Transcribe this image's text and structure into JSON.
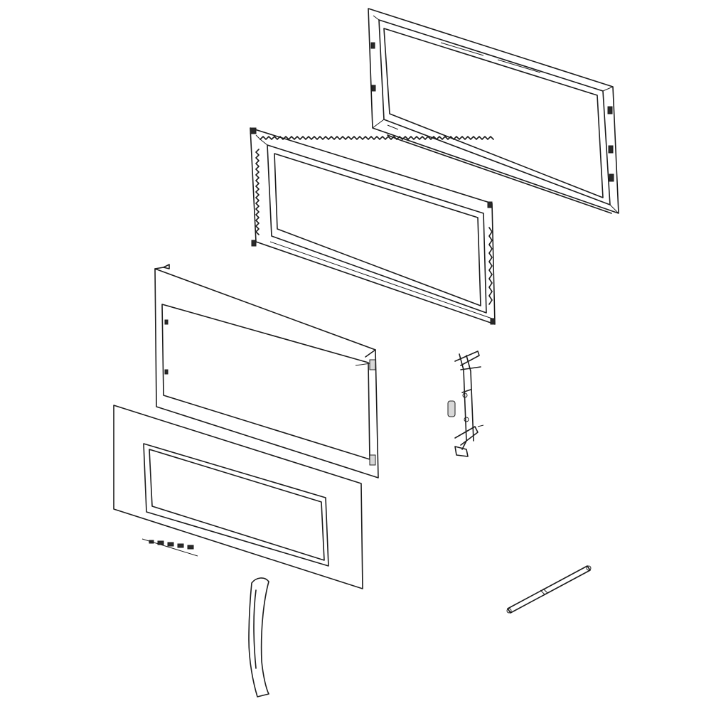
{
  "diagram": {
    "parts": [
      {
        "id": "outer-door-frame-back"
      },
      {
        "id": "choke-cover-frame"
      },
      {
        "id": "inner-door-panel"
      },
      {
        "id": "front-door-glass-panel"
      },
      {
        "id": "latch-hook-assembly"
      },
      {
        "id": "door-handle"
      },
      {
        "id": "hinge-pin-rod"
      }
    ],
    "colors": {
      "line": "#1b1b1b",
      "background": "#ffffff"
    }
  }
}
